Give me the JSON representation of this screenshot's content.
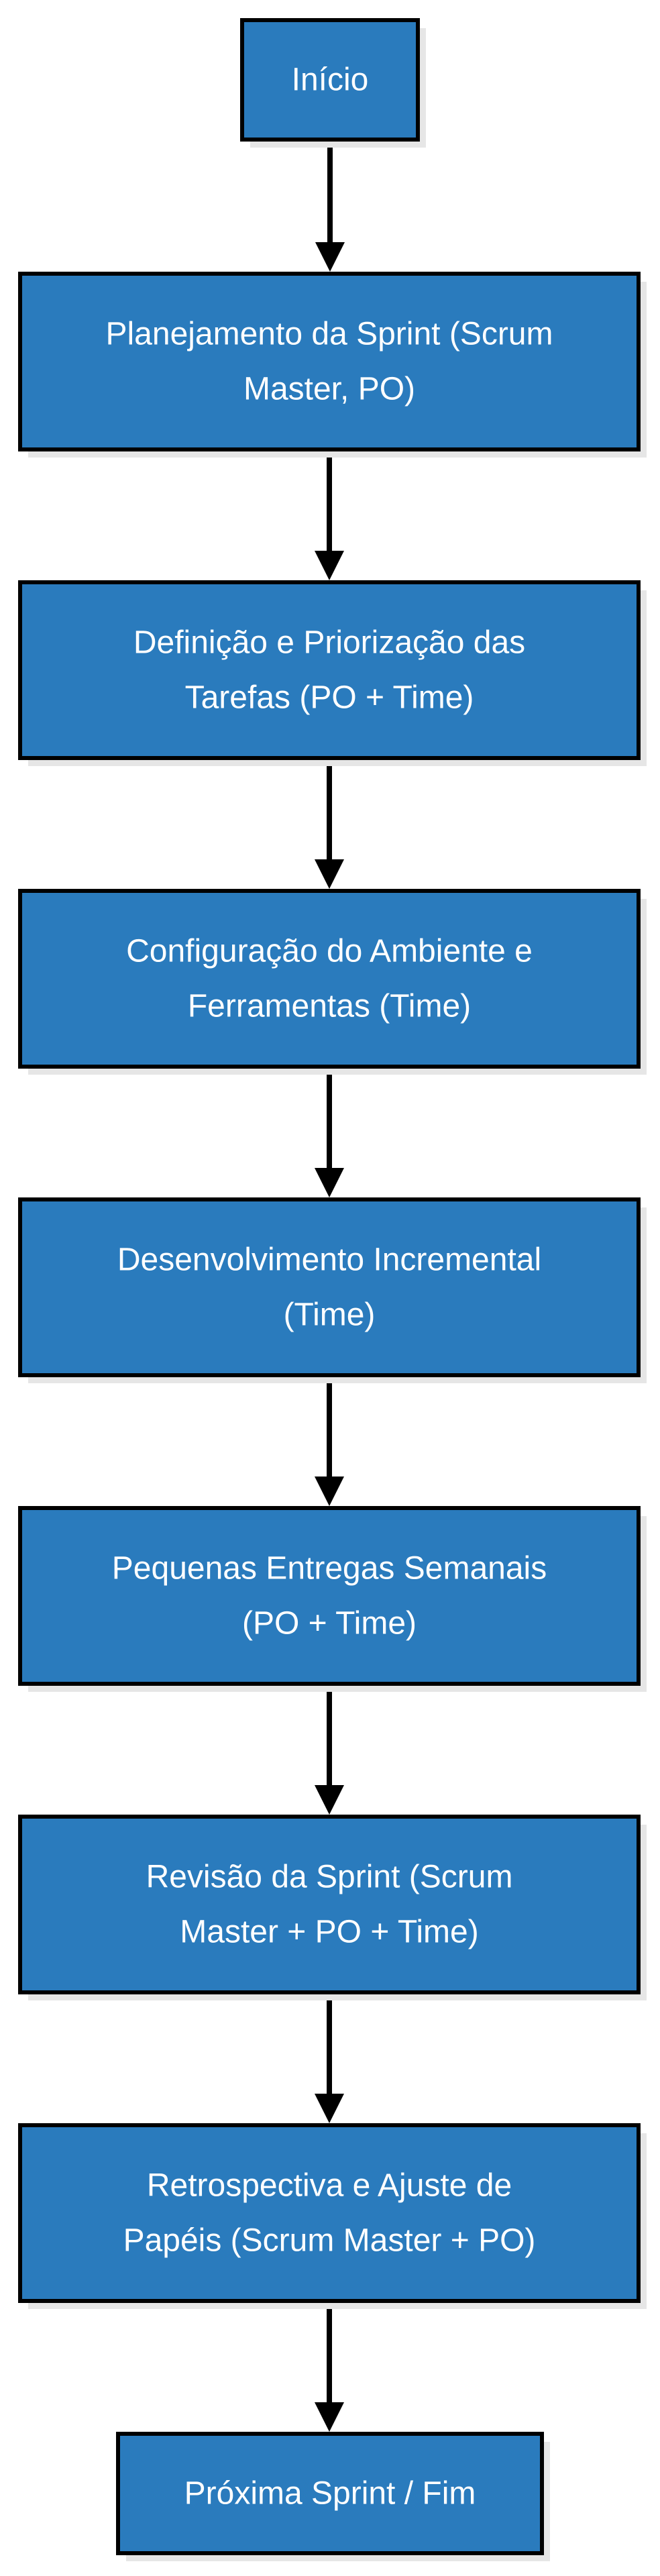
{
  "diagram": {
    "type": "flowchart",
    "colors": {
      "node_fill": "#2a7bbd",
      "node_border": "#000000",
      "text": "#ffffff",
      "arrow": "#000000"
    },
    "nodes": [
      {
        "id": "inicio",
        "lines": [
          "Início"
        ]
      },
      {
        "id": "planejamento",
        "lines": [
          "Planejamento da Sprint (Scrum",
          "Master, PO)"
        ]
      },
      {
        "id": "definicao",
        "lines": [
          "Definição e Priorização das",
          "Tarefas (PO + Time)"
        ]
      },
      {
        "id": "configuracao",
        "lines": [
          "Configuração do Ambiente e",
          "Ferramentas (Time)"
        ]
      },
      {
        "id": "desenvolvimento",
        "lines": [
          "Desenvolvimento Incremental",
          "(Time)"
        ]
      },
      {
        "id": "entregas",
        "lines": [
          "Pequenas Entregas Semanais",
          "(PO + Time)"
        ]
      },
      {
        "id": "revisao",
        "lines": [
          "Revisão da Sprint (Scrum",
          "Master + PO + Time)"
        ]
      },
      {
        "id": "retrospectiva",
        "lines": [
          "Retrospectiva e Ajuste de",
          "Papéis (Scrum Master + PO)"
        ]
      },
      {
        "id": "proxima",
        "lines": [
          "Próxima Sprint / Fim"
        ]
      }
    ],
    "edges": [
      {
        "from": "inicio",
        "to": "planejamento"
      },
      {
        "from": "planejamento",
        "to": "definicao"
      },
      {
        "from": "definicao",
        "to": "configuracao"
      },
      {
        "from": "configuracao",
        "to": "desenvolvimento"
      },
      {
        "from": "desenvolvimento",
        "to": "entregas"
      },
      {
        "from": "entregas",
        "to": "revisao"
      },
      {
        "from": "revisao",
        "to": "retrospectiva"
      },
      {
        "from": "retrospectiva",
        "to": "proxima"
      }
    ]
  }
}
